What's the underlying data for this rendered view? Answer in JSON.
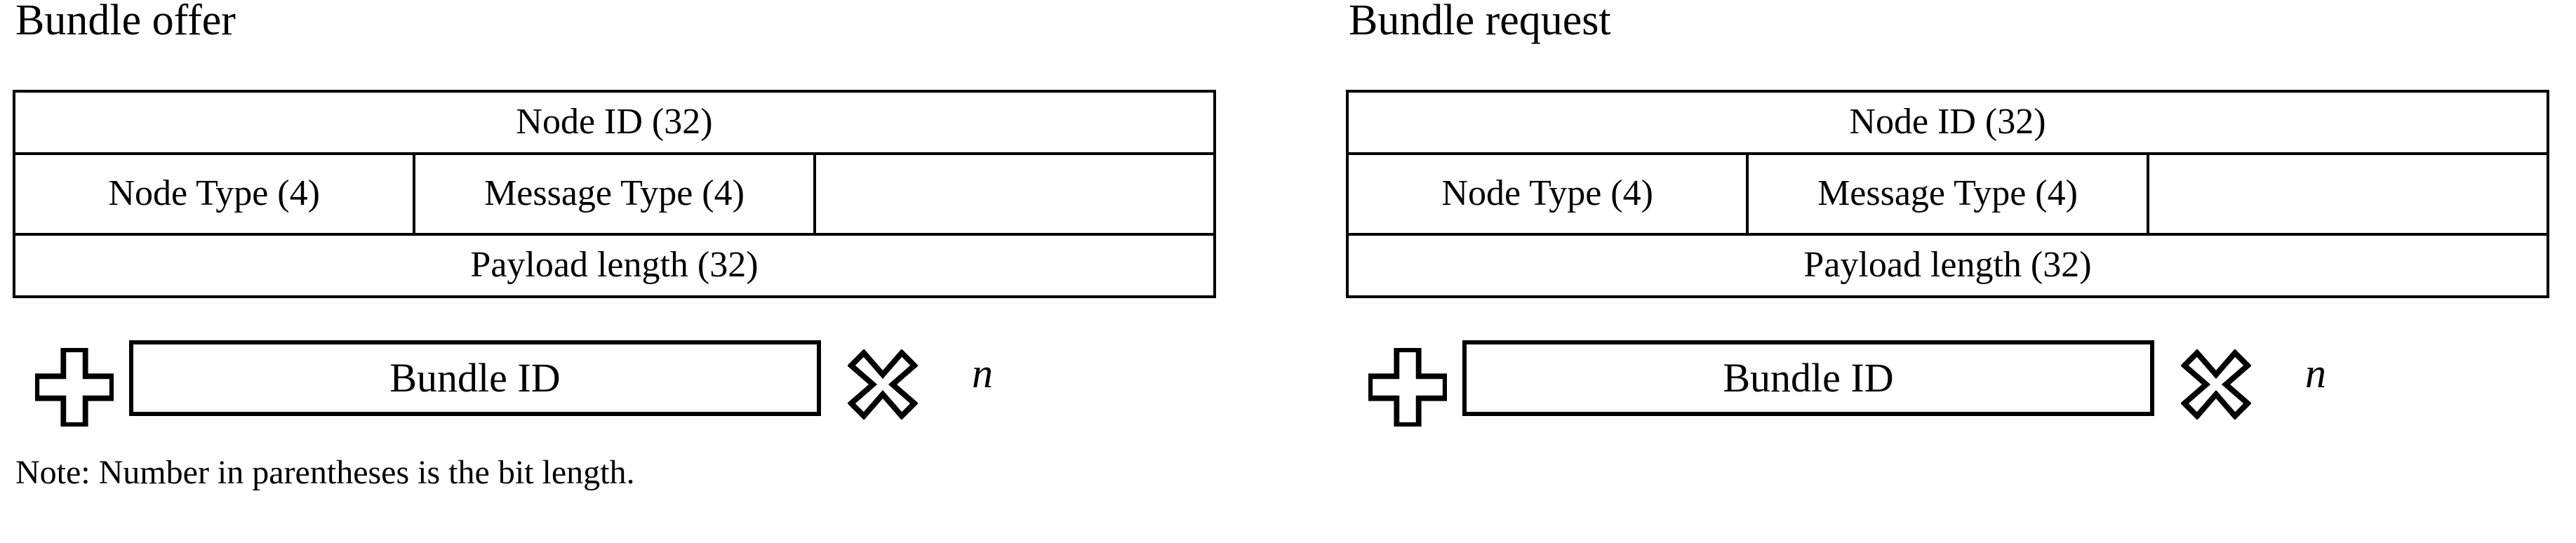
{
  "figure": {
    "note": "Note: Number in parentheses is the bit length.",
    "icons": {
      "plus": "plus-icon",
      "times": "multiplication-x-icon"
    },
    "repeat_label": "n"
  },
  "panels": [
    {
      "id": "bundle-offer",
      "title": "Bundle offer",
      "rows": [
        {
          "cells": [
            {
              "label": "Node ID (32)",
              "span": 3,
              "size": "normal"
            }
          ]
        },
        {
          "cells": [
            {
              "label": "Node Type (4)",
              "span": 1,
              "size": "small"
            },
            {
              "label": "Message Type (4)",
              "span": 1,
              "size": "small"
            },
            {
              "label": "",
              "span": 1,
              "size": "normal"
            }
          ]
        },
        {
          "cells": [
            {
              "label": "Payload length (32)",
              "span": 3,
              "size": "normal"
            }
          ]
        }
      ],
      "repeated": {
        "plus": "+",
        "box_label": "Bundle ID",
        "times": "×",
        "count": "n"
      }
    },
    {
      "id": "bundle-request",
      "title": "Bundle request",
      "rows": [
        {
          "cells": [
            {
              "label": "Node ID (32)",
              "span": 3,
              "size": "normal"
            }
          ]
        },
        {
          "cells": [
            {
              "label": "Node Type (4)",
              "span": 1,
              "size": "small"
            },
            {
              "label": "Message Type (4)",
              "span": 1,
              "size": "small"
            },
            {
              "label": "",
              "span": 1,
              "size": "normal"
            }
          ]
        },
        {
          "cells": [
            {
              "label": "Payload length (32)",
              "span": 3,
              "size": "normal"
            }
          ]
        }
      ],
      "repeated": {
        "plus": "+",
        "box_label": "Bundle ID",
        "times": "×",
        "count": "n"
      }
    }
  ],
  "colors": {
    "stroke": "#000000",
    "background": "#ffffff"
  }
}
